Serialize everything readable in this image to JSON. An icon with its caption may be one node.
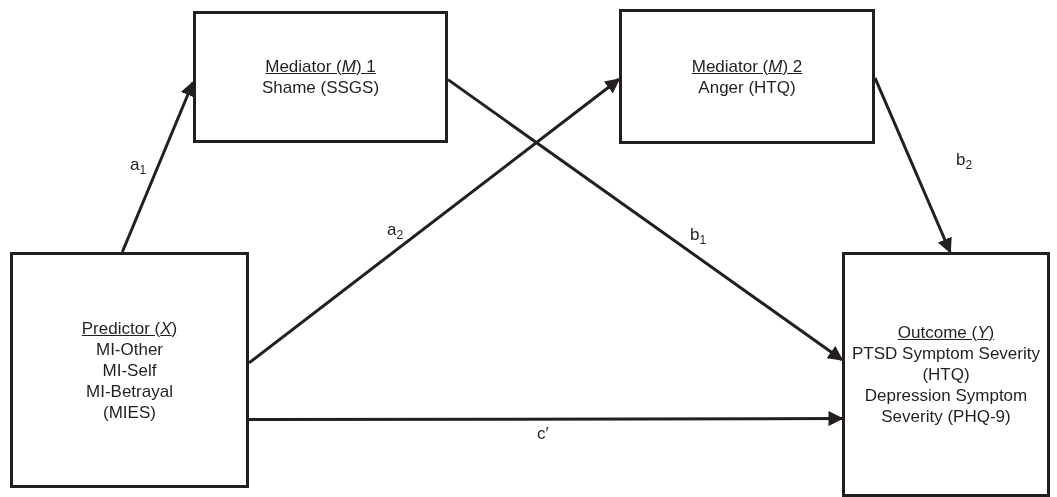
{
  "diagram": {
    "nodes": [
      {
        "text": [
          "Mediator (*M*) 1",
          "Shame (SSGS)"
        ]
      },
      {
        "text": [
          "Mediator (*M*) 2",
          "Anger (HTQ)"
        ]
      },
      {
        "text": [
          "Predictor (*X*)",
          "MI-Other",
          "MI-Self",
          "MI-Betrayal",
          "(MIES)"
        ]
      },
      {
        "text": [
          "Outcome (*Y*)",
          "PTSD Symptom Severity (HTQ)",
          "Depression Symptom Severity (PHQ-9)"
        ]
      }
    ],
    "edges": [
      {
        "from": 2,
        "to": 0,
        "arrow": "to",
        "label": "a$_{1}$"
      },
      {
        "from": 2,
        "to": 1,
        "arrow": "to",
        "label": "a$_{2}$"
      },
      {
        "from": 0,
        "to": 3,
        "arrow": "to",
        "label": "b$_{1}$"
      },
      {
        "from": 1,
        "to": 3,
        "arrow": "to",
        "label": "b$_{2}$"
      },
      {
        "from": 2,
        "to": 3,
        "arrow": "to",
        "label": "c′"
      }
    ]
  }
}
